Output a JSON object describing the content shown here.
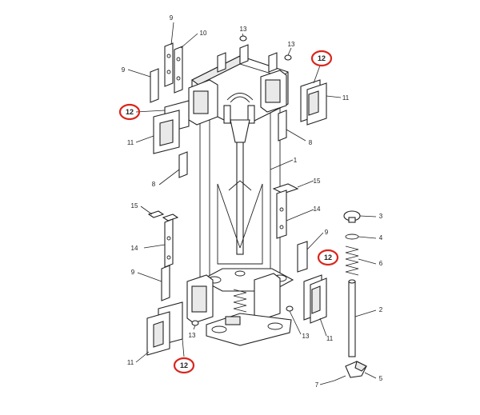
{
  "diagram": {
    "highlight_color": "#d9261c",
    "line_color": "#222222",
    "callouts": {
      "c1": "1",
      "c2": "2",
      "c3": "3",
      "c4": "4",
      "c5": "5",
      "c6": "6",
      "c7": "7",
      "c8a": "8",
      "c8b": "8",
      "c9a": "9",
      "c9b": "9",
      "c9c": "9",
      "c9d": "9",
      "c10": "10",
      "c11a": "11",
      "c11b": "11",
      "c11c": "11",
      "c11d": "11",
      "c12a": "12",
      "c12b": "12",
      "c12c": "12",
      "c12d": "12",
      "c13a": "13",
      "c13b": "13",
      "c13c": "13",
      "c13d": "13",
      "c14a": "14",
      "c14b": "14",
      "c15a": "15",
      "c15b": "15"
    }
  }
}
